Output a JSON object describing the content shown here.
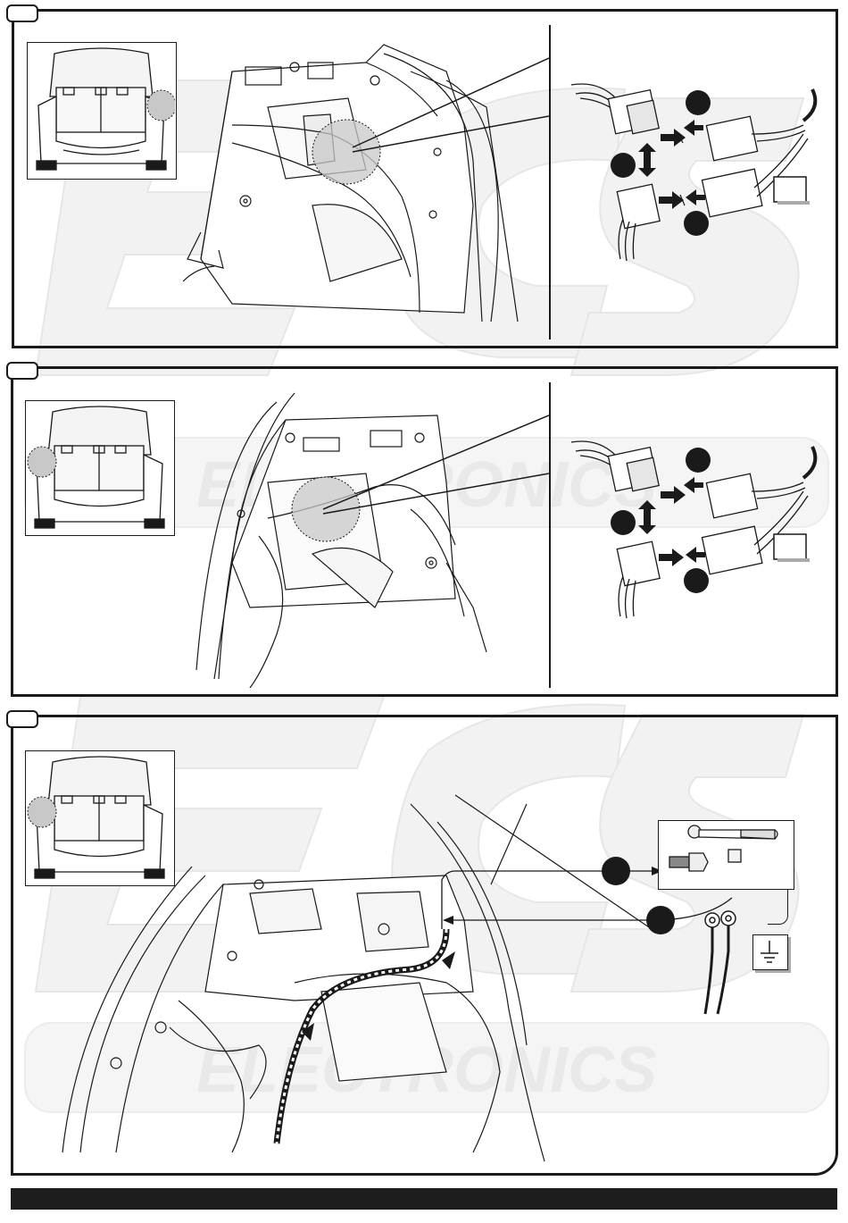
{
  "watermark": {
    "logo_text": "ECS",
    "company_text": "ELECTRONICS"
  },
  "steps": [
    {
      "id": "step-1",
      "number": "",
      "side": "right-rear"
    },
    {
      "id": "step-2",
      "number": "",
      "side": "left-rear"
    },
    {
      "id": "step-3",
      "number": "",
      "side": "left-rear"
    }
  ],
  "colors": {
    "line": "#1a1a1a",
    "highlight": "#c8c8c8",
    "watermark": "#f1f1f1",
    "bar": "#1d1d1d"
  },
  "icons": [
    "car-rear-thumbnail-icon",
    "connector-plug-icon",
    "ground-symbol-icon",
    "ratchet-wrench-icon",
    "bolt-icon",
    "ring-terminal-icon"
  ]
}
